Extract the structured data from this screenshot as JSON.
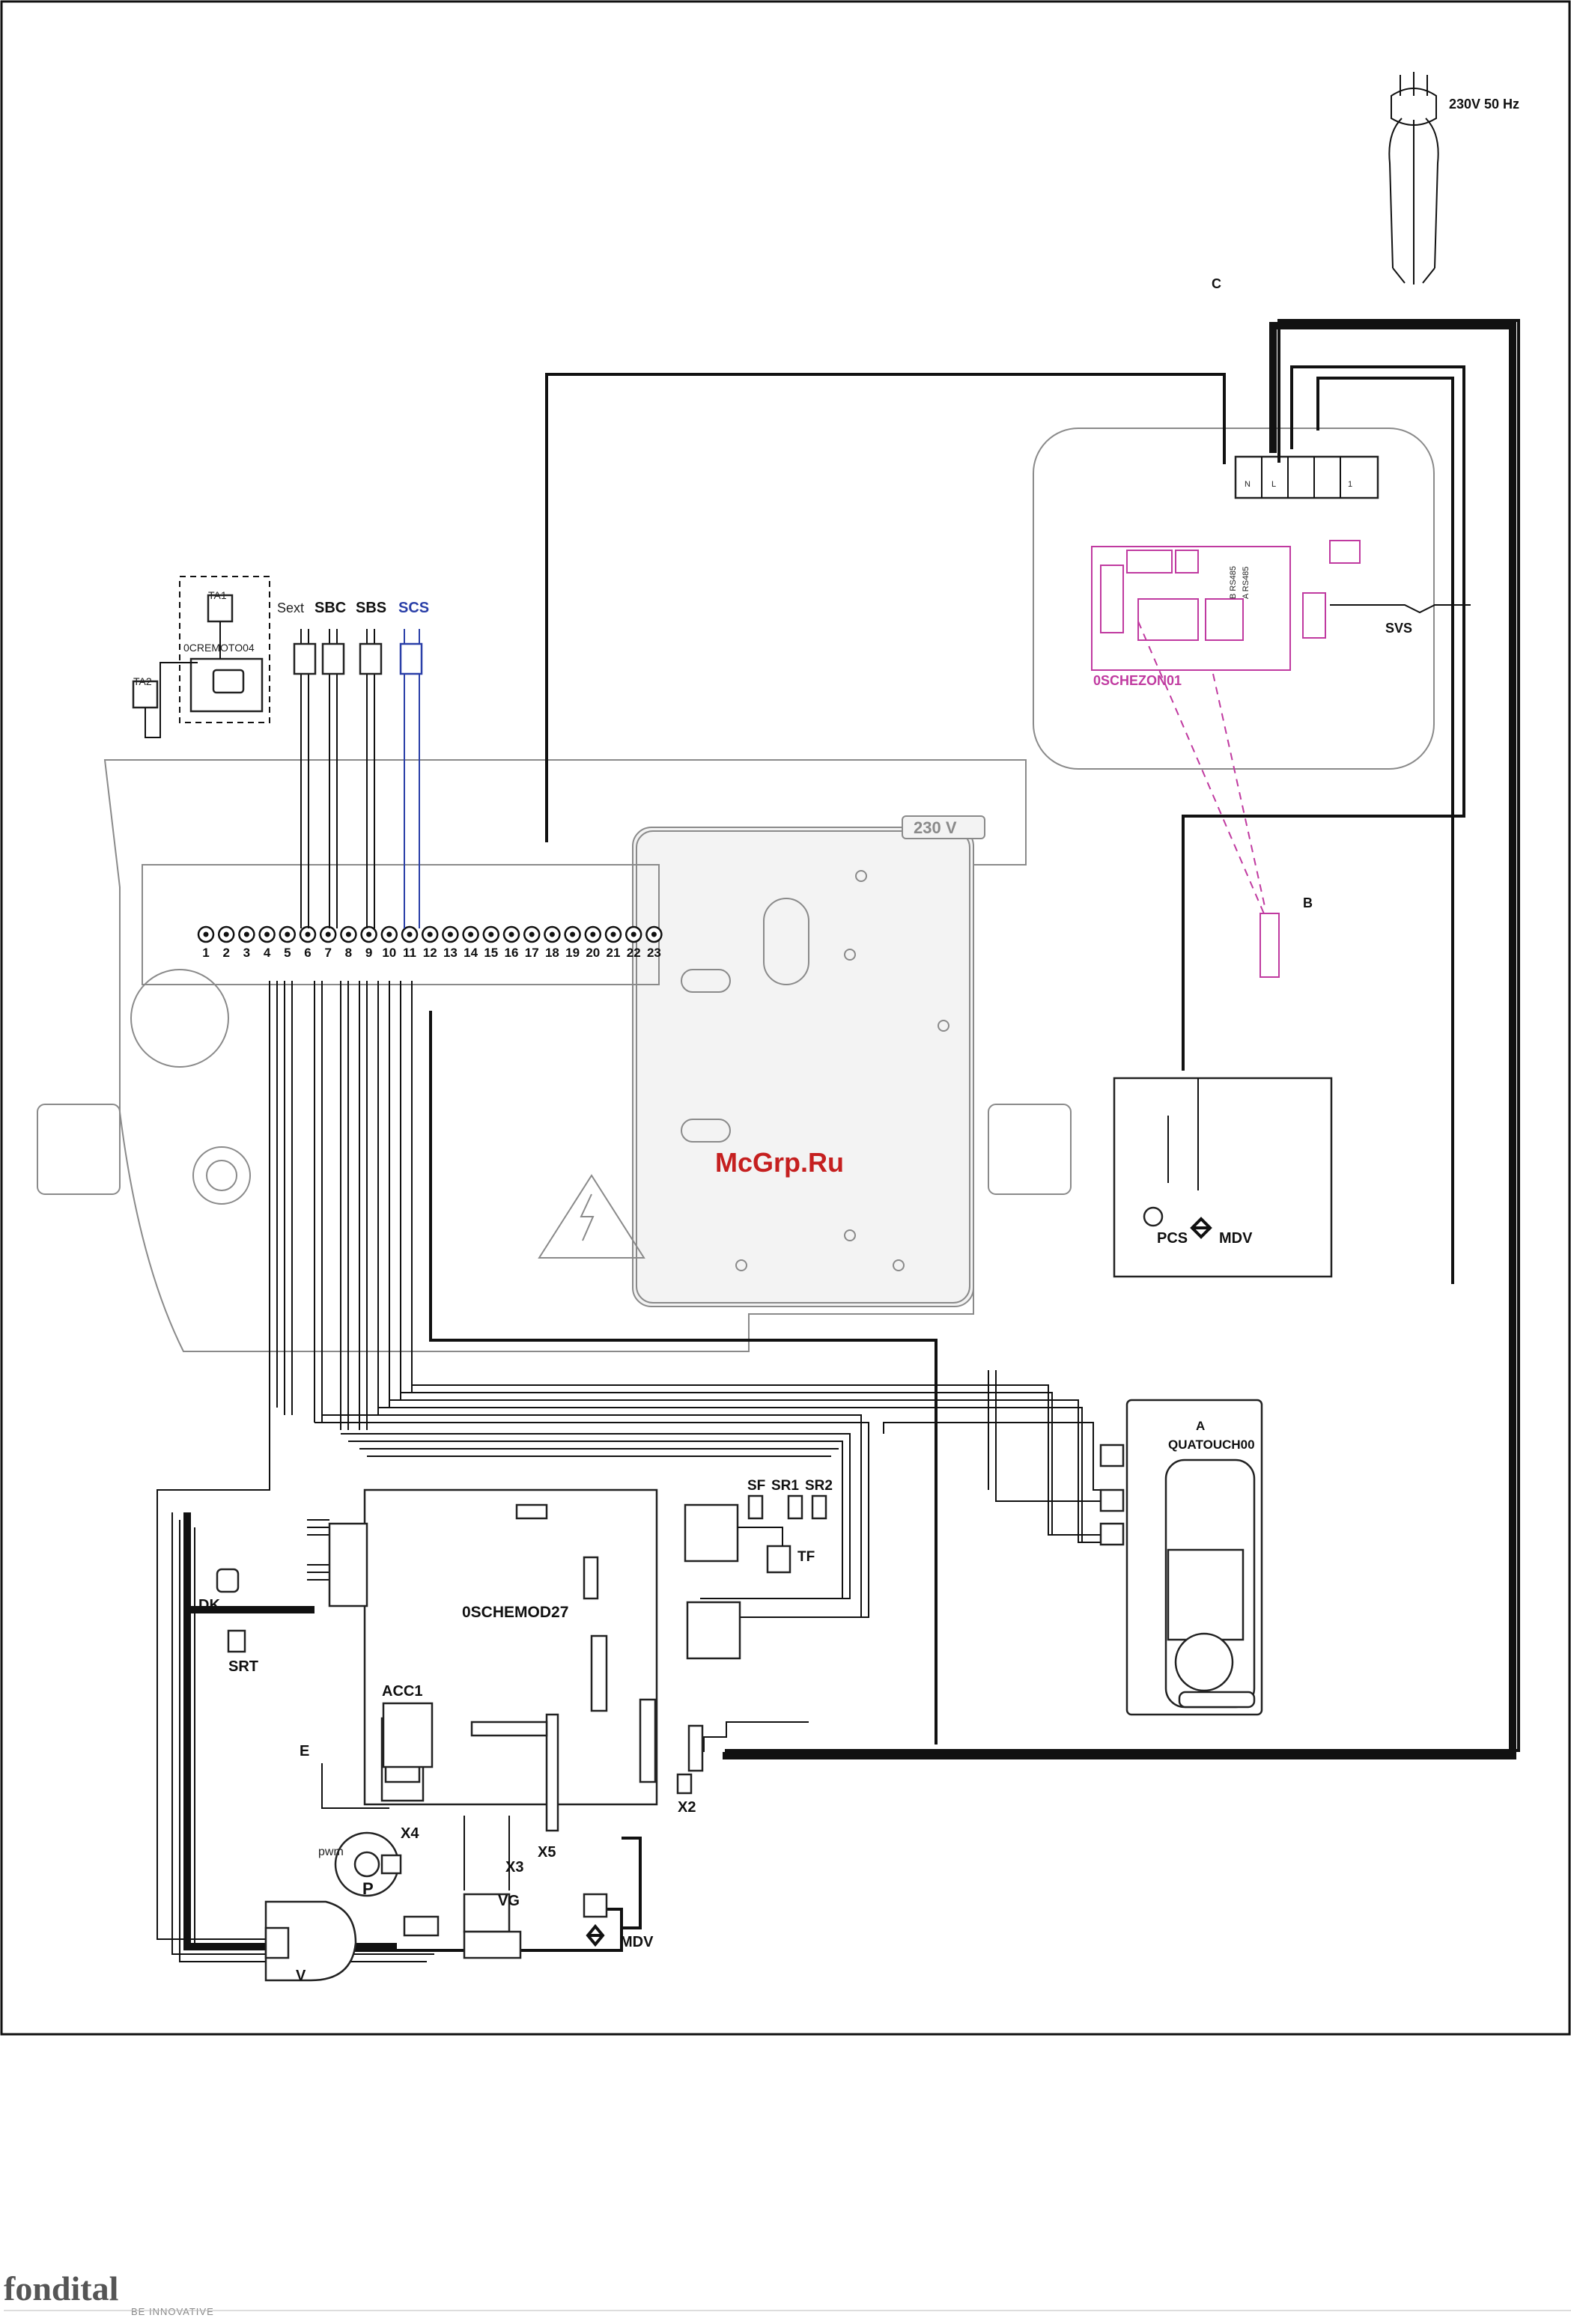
{
  "power": {
    "label": "230V 50 Hz"
  },
  "boards": {
    "zone": "0SCHEZON01",
    "main": "0SCHEMOD27",
    "touch": "QUATOUCH00",
    "remote": "0CREMOTO04"
  },
  "voltage_mark": "230 V",
  "watermark": "McGrp.Ru",
  "brand": {
    "name": "fondital",
    "tagline": "BE INNOVATIVE"
  },
  "sensor_labels": {
    "sext": "Sext",
    "sbc": "SBC",
    "sbs": "SBS",
    "scs": "SCS"
  },
  "thermostat_labels": {
    "ta1": "TA1",
    "ta2": "TA2"
  },
  "terminal_numbers": [
    "1",
    "2",
    "3",
    "4",
    "5",
    "6",
    "7",
    "8",
    "9",
    "10",
    "11",
    "12",
    "13",
    "14",
    "15",
    "16",
    "17",
    "18",
    "19",
    "20",
    "21",
    "22",
    "23"
  ],
  "components": {
    "c": "C",
    "b": "B",
    "a": "A",
    "svs": "SVS",
    "pcs": "PCS",
    "mdv_top": "MDV",
    "sf": "SF",
    "sr1": "SR1",
    "sr2": "SR2",
    "tf": "TF",
    "dk": "DK",
    "srt": "SRT",
    "acc1": "ACC1",
    "e": "E",
    "x2": "X2",
    "x3": "X3",
    "x4": "X4",
    "x5": "X5",
    "p": "P",
    "pwm": "pwm",
    "vg": "VG",
    "v": "V",
    "mdv_bottom": "MDV"
  },
  "colors": {
    "wire": "#111111",
    "zone_board": "#c03aa0",
    "scs_sensor": "#2a3fa8",
    "watermark": "#c51f1f"
  }
}
